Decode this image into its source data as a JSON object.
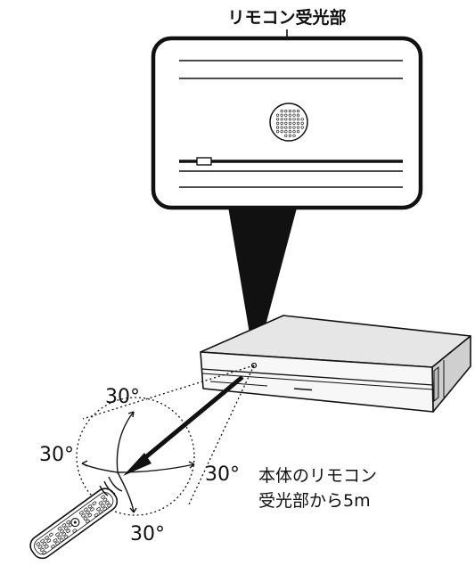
{
  "title": "リモコン受光部",
  "angles": {
    "top": "30°",
    "left": "30°",
    "right": "30°",
    "bottom": "30°"
  },
  "distance_note": {
    "line1": "本体のリモコン",
    "line2": "受光部から5m"
  }
}
